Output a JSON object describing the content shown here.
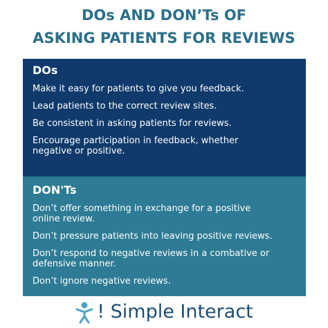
{
  "title": {
    "line1": "DOs AND DON’Ts OF",
    "line2": "ASKING PATIENTS FOR REVIEWS"
  },
  "dos": {
    "heading": "DOs",
    "items": [
      "Make it easy for patients to give you feedback.",
      "Lead patients to the correct review sites.",
      "Be consistent in asking patients for reviews.",
      "Encourage participation in feedback, whether\nnegative or positive."
    ]
  },
  "donts": {
    "heading": "DON'Ts",
    "items": [
      "Don’t offer something in exchange for a positive\nonline review.",
      "Don’t pressure patients into leaving positive reviews.",
      "Don’t respond to negative reviews in a combative or\ndefensive manner.",
      "Don’t ignore negative reviews."
    ]
  },
  "footer": {
    "brand": "! Simple Interact",
    "logo_icon": "person-icon"
  },
  "colors": {
    "title": "#2b6f8a",
    "dos_bg": "#0f3a6b",
    "donts_bg": "#2d7b94",
    "brand": "#1d4e74",
    "logo_accent": "#4aa3c4"
  }
}
